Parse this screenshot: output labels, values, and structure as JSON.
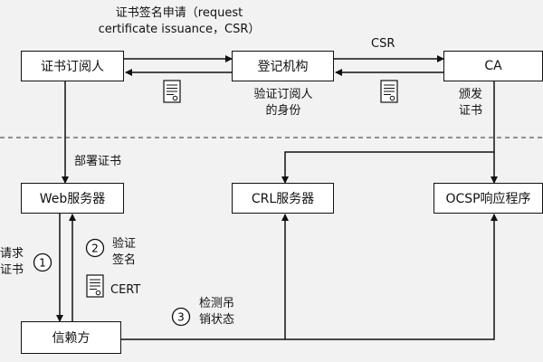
{
  "nodes": {
    "subscriber": "证书订阅人",
    "ra": "登记机构",
    "ca": "CA",
    "web": "Web服务器",
    "crl": "CRL服务器",
    "ocsp": "OCSP响应程序",
    "relying": "信赖方"
  },
  "edges": {
    "request_line1": "证书签名申请（request",
    "request_line2": "certificate issuance，CSR）",
    "csr": "CSR",
    "verify_identity_line1": "验证订阅人",
    "verify_identity_line2": "的身份",
    "issue_line1": "颁发",
    "issue_line2": "证书",
    "deploy": "部署证书",
    "request_cert_line1": "请求",
    "request_cert_line2": "证书",
    "verify_sig_line1": "验证",
    "verify_sig_line2": "签名",
    "cert": "CERT",
    "check_revocation_line1": "检测吊",
    "check_revocation_line2": "销状态"
  },
  "steps": [
    "1",
    "2",
    "3"
  ],
  "icons": [
    "certificate-document-icon"
  ]
}
